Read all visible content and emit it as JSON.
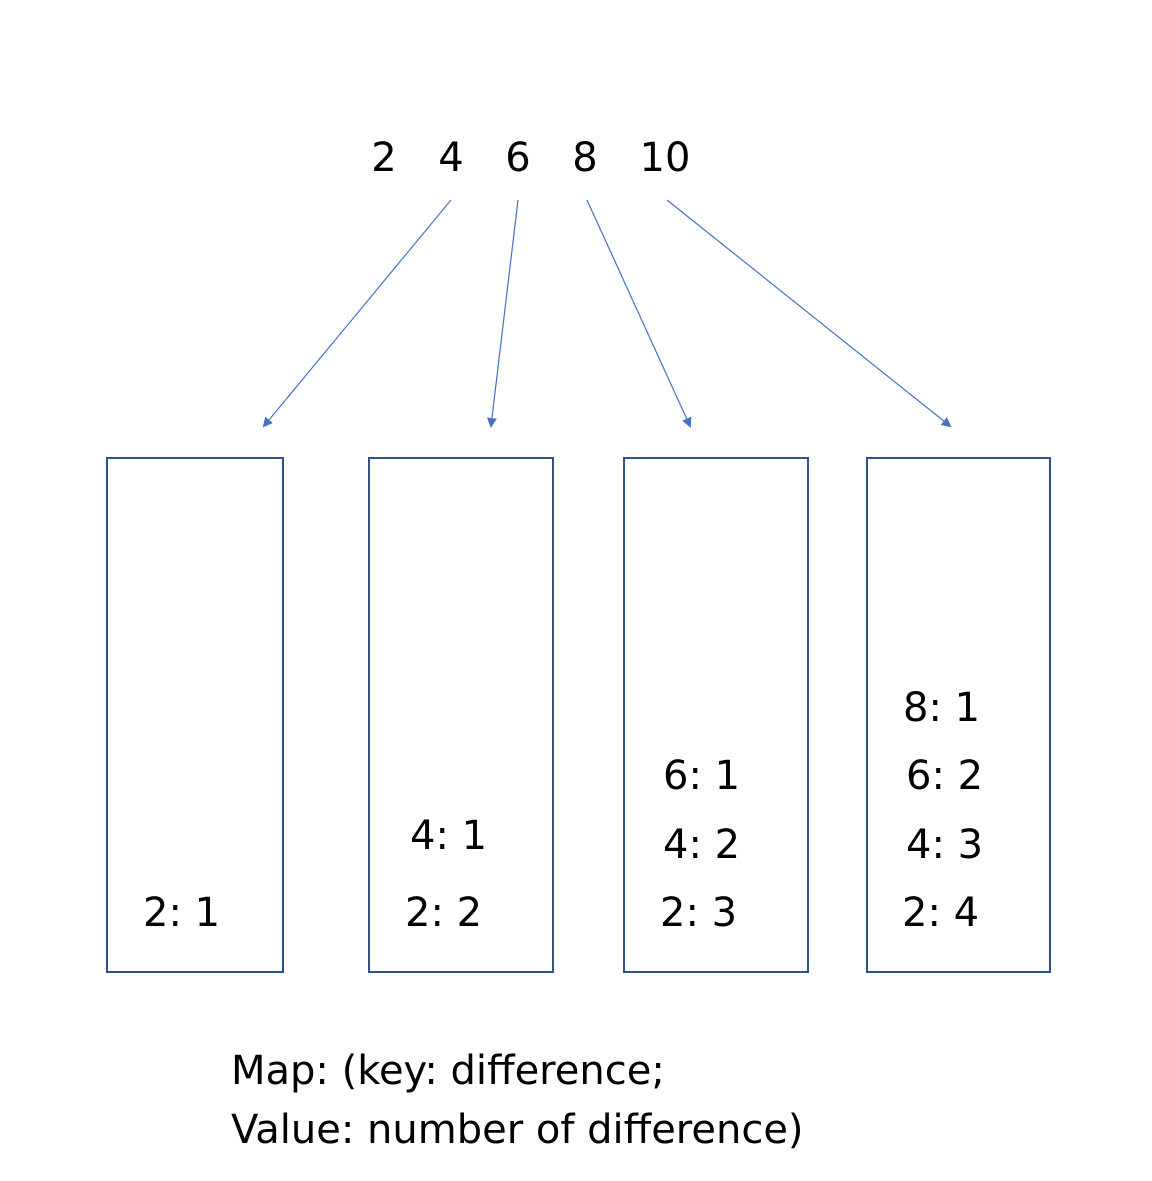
{
  "numbers": [
    "2",
    "4",
    "6",
    "8",
    "10"
  ],
  "arrow_color": "#4472c4",
  "box_border_color": "#2f528f",
  "boxes": [
    {
      "entries": [
        "2: 1"
      ]
    },
    {
      "entries": [
        "4: 1",
        "2: 2"
      ]
    },
    {
      "entries": [
        "6: 1",
        "4: 2",
        "2: 3"
      ]
    },
    {
      "entries": [
        "8: 1",
        "6: 2",
        "4: 3",
        "2: 4"
      ]
    }
  ],
  "caption": {
    "line1": "Map: (key: difference;",
    "line2": "Value: number of difference)"
  }
}
